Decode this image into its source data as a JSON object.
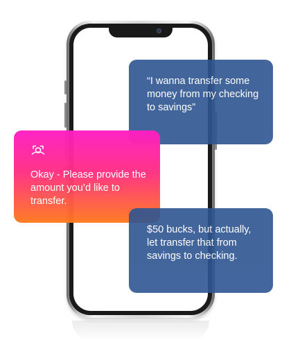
{
  "conversation": {
    "user_message_1": "“I wanna transfer some money from my checking to savings”",
    "assistant_message": "Okay - Please provide the amount you’d like to transfer.",
    "user_message_2": "$50 bucks, but actually, let transfer that from savings to checking."
  },
  "icons": {
    "assistant": "assistant-face-scan-icon"
  },
  "colors": {
    "user_card": "#2e5592",
    "assistant_gradient_top": "#ff1fc4",
    "assistant_gradient_bottom": "#ff7a1e",
    "phone_frame": "#1a1a1a"
  }
}
